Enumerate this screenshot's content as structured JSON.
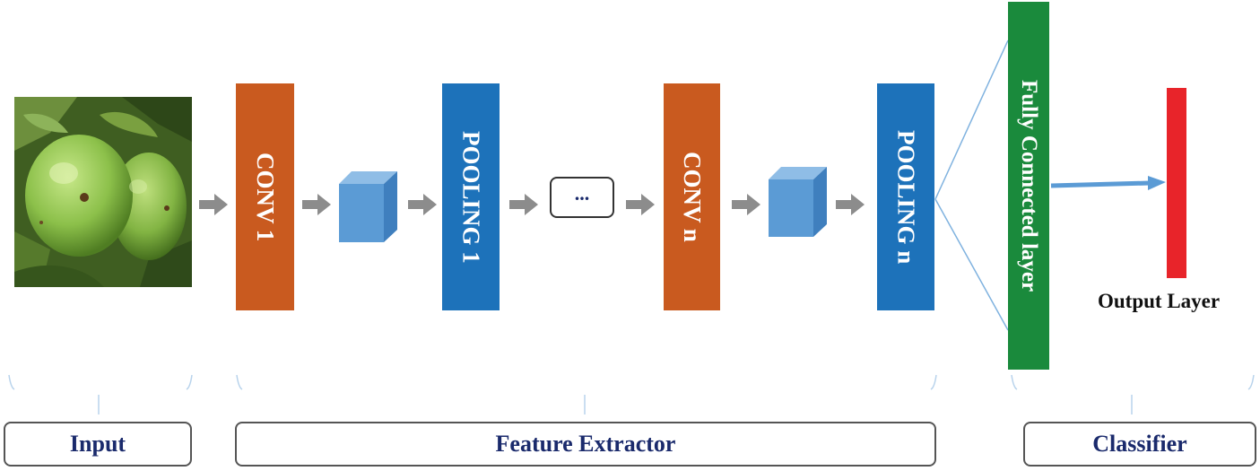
{
  "blocks": {
    "conv1": "CONV 1",
    "pooling1": "POOLING 1",
    "ellipsis": "...",
    "convn": "CONV n",
    "poolingn": "POOLING n",
    "fc": "Fully Connected layer"
  },
  "output_label": "Output Layer",
  "sections": {
    "input": "Input",
    "feature_extractor": "Feature Extractor",
    "classifier": "Classifier"
  },
  "colors": {
    "conv": "#c95a1f",
    "pooling": "#1d72ba",
    "fully_connected": "#1a8a3c",
    "output": "#e8242a",
    "cube": "#5b9bd5",
    "arrow": "#8c8c8c"
  }
}
